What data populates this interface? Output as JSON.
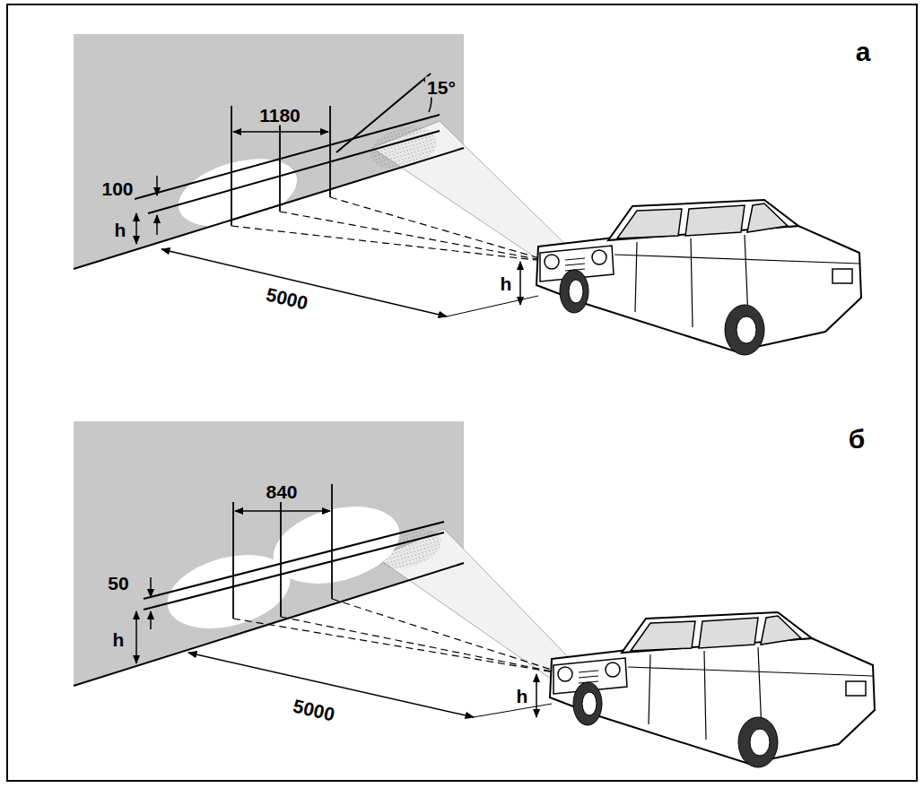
{
  "diagram": {
    "labels": [
      "а",
      "1180",
      "15°",
      "100",
      "h",
      "h",
      "5000",
      "б",
      "840",
      "50",
      "h",
      "h",
      "5000"
    ]
  }
}
